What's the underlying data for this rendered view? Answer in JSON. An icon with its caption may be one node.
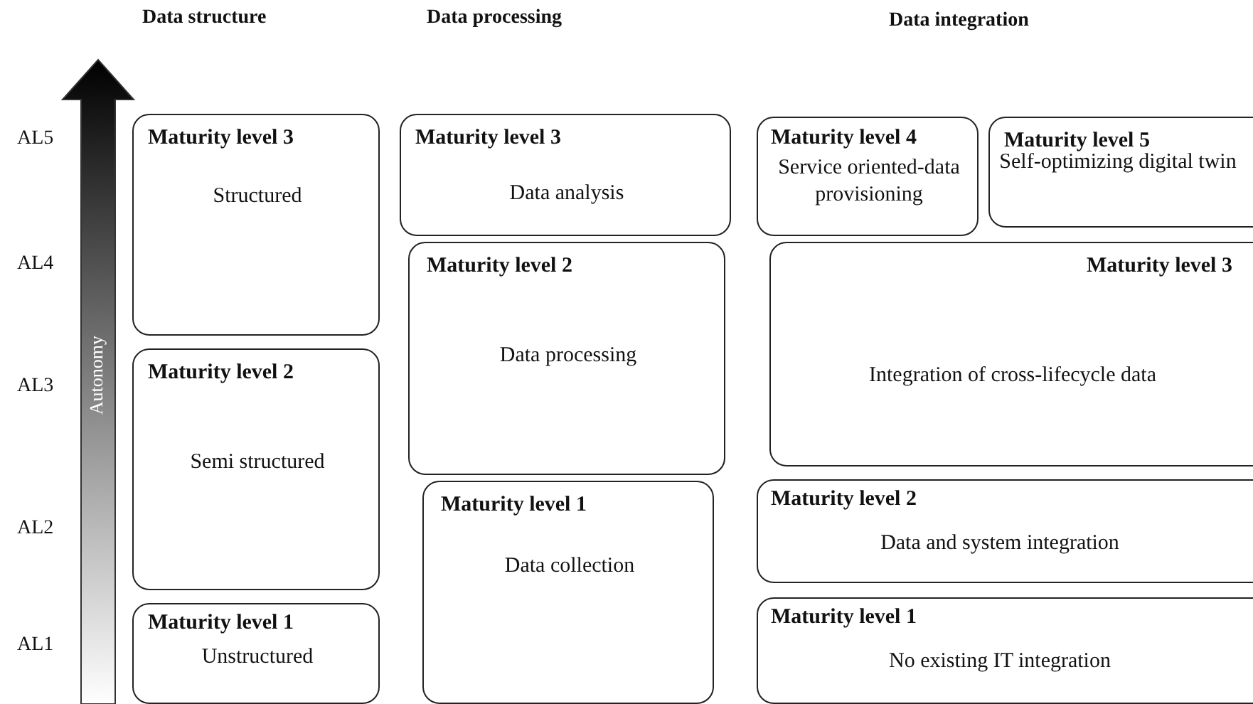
{
  "diagram": {
    "nodes": [
      {
        "text": [
          "Maturity level 3",
          "Structured"
        ]
      },
      {
        "text": [
          "Maturity level 2",
          "Semi structured"
        ]
      },
      {
        "text": [
          "Maturity level 1",
          "Unstructured"
        ]
      },
      {
        "text": [
          "Maturity level 3",
          "Data analysis"
        ]
      },
      {
        "text": [
          "Maturity level 2",
          "Data processing"
        ]
      },
      {
        "text": [
          "Maturity level 1",
          "Data collection"
        ]
      },
      {
        "text": [
          "Maturity level 3",
          "Integration of cross-lifecycle data"
        ]
      },
      {
        "text": [
          "Maturity level 4",
          "Service oriented-data provisioning"
        ]
      },
      {
        "text": [
          "Maturity level 5",
          "Self-optimizing digital twin"
        ]
      },
      {
        "text": [
          "Maturity level 2",
          "Data and system integration"
        ]
      },
      {
        "text": [
          "Maturity level 1",
          "No existing IT integration"
        ]
      }
    ],
    "edges": [],
    "labels": [
      "Data structure",
      "Data processing",
      "Data integration",
      "AL5",
      "AL4",
      "AL3",
      "AL2",
      "AL1",
      "Autonomy"
    ]
  }
}
